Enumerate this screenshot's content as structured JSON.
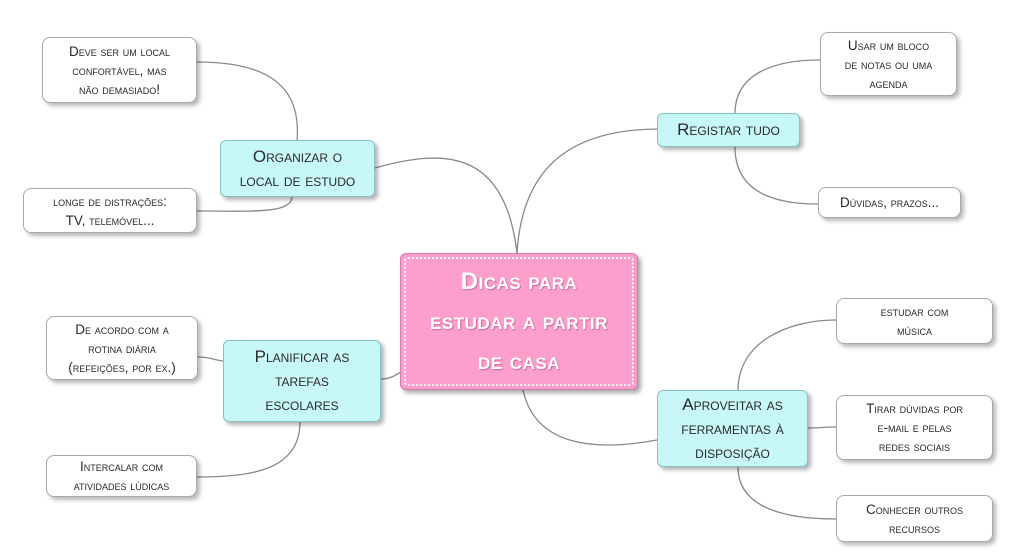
{
  "central_topic": {
    "lines": [
      "Dicas para",
      "estudar a partir",
      "de casa"
    ]
  },
  "branches": [
    {
      "lines": [
        "Organizar o",
        "local de estudo"
      ],
      "children": [
        {
          "lines": [
            "Deve ser um local",
            "confortável, mas",
            "não demasiado!"
          ]
        },
        {
          "lines": [
            "longe de distrações:",
            "TV, telemóvel..."
          ]
        }
      ]
    },
    {
      "lines": [
        "Registar tudo"
      ],
      "children": [
        {
          "lines": [
            "Usar um bloco",
            "de notas ou uma",
            "agenda"
          ]
        },
        {
          "lines": [
            "Dúvidas, prazos..."
          ]
        }
      ]
    },
    {
      "lines": [
        "Planificar as",
        "tarefas",
        "escolares"
      ],
      "children": [
        {
          "lines": [
            "De acordo com a",
            "rotina diária",
            "(refeições, por ex.)"
          ]
        },
        {
          "lines": [
            "Intercalar com",
            "atividades lúdicas"
          ]
        }
      ]
    },
    {
      "lines": [
        "Aproveitar as",
        "ferramentas à",
        "disposição"
      ],
      "children": [
        {
          "lines": [
            "estudar com",
            "música"
          ]
        },
        {
          "lines": [
            "Tirar dúvidas por",
            "e-mail e pelas",
            "redes sociais"
          ]
        },
        {
          "lines": [
            "Conhecer outros",
            "recursos"
          ]
        }
      ]
    }
  ],
  "colors": {
    "central_fill": "#fd9fcd",
    "branch_fill": "#c8f7f7",
    "leaf_fill": "#ffffff",
    "connector": "#8a8a8a"
  }
}
